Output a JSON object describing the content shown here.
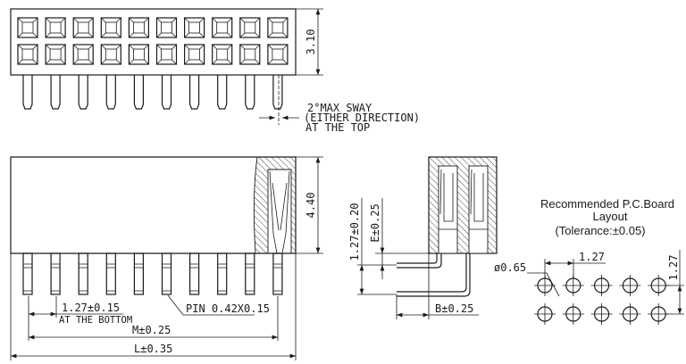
{
  "top_view": {
    "socket_columns": 10,
    "socket_rows": 2,
    "height_dim": "3.10",
    "sway_note": [
      "2°MAX SWAY",
      "(EITHER DIRECTION)",
      "AT THE TOP"
    ]
  },
  "front_view": {
    "pin_count": 10,
    "height_dim": "4.40",
    "pitch_dim": "1.27±0.15",
    "pitch_note": "AT THE BOTTOM",
    "pin_label": "PIN 0.42X0.15",
    "m_dim": "M±0.25",
    "l_dim": "L±0.35"
  },
  "side_view": {
    "height_dim": "1.27±0.20",
    "e_dim": "E±0.25",
    "b_dim": "B±0.25"
  },
  "pcb_layout": {
    "title_lines": [
      "Recommended  P.C.Board",
      "Layout",
      "(Tolerance:±0.05)"
    ],
    "hole_dim": "ø0.65",
    "h_pitch": "1.27",
    "v_pitch": "1.27",
    "columns": 5,
    "rows": 2
  }
}
